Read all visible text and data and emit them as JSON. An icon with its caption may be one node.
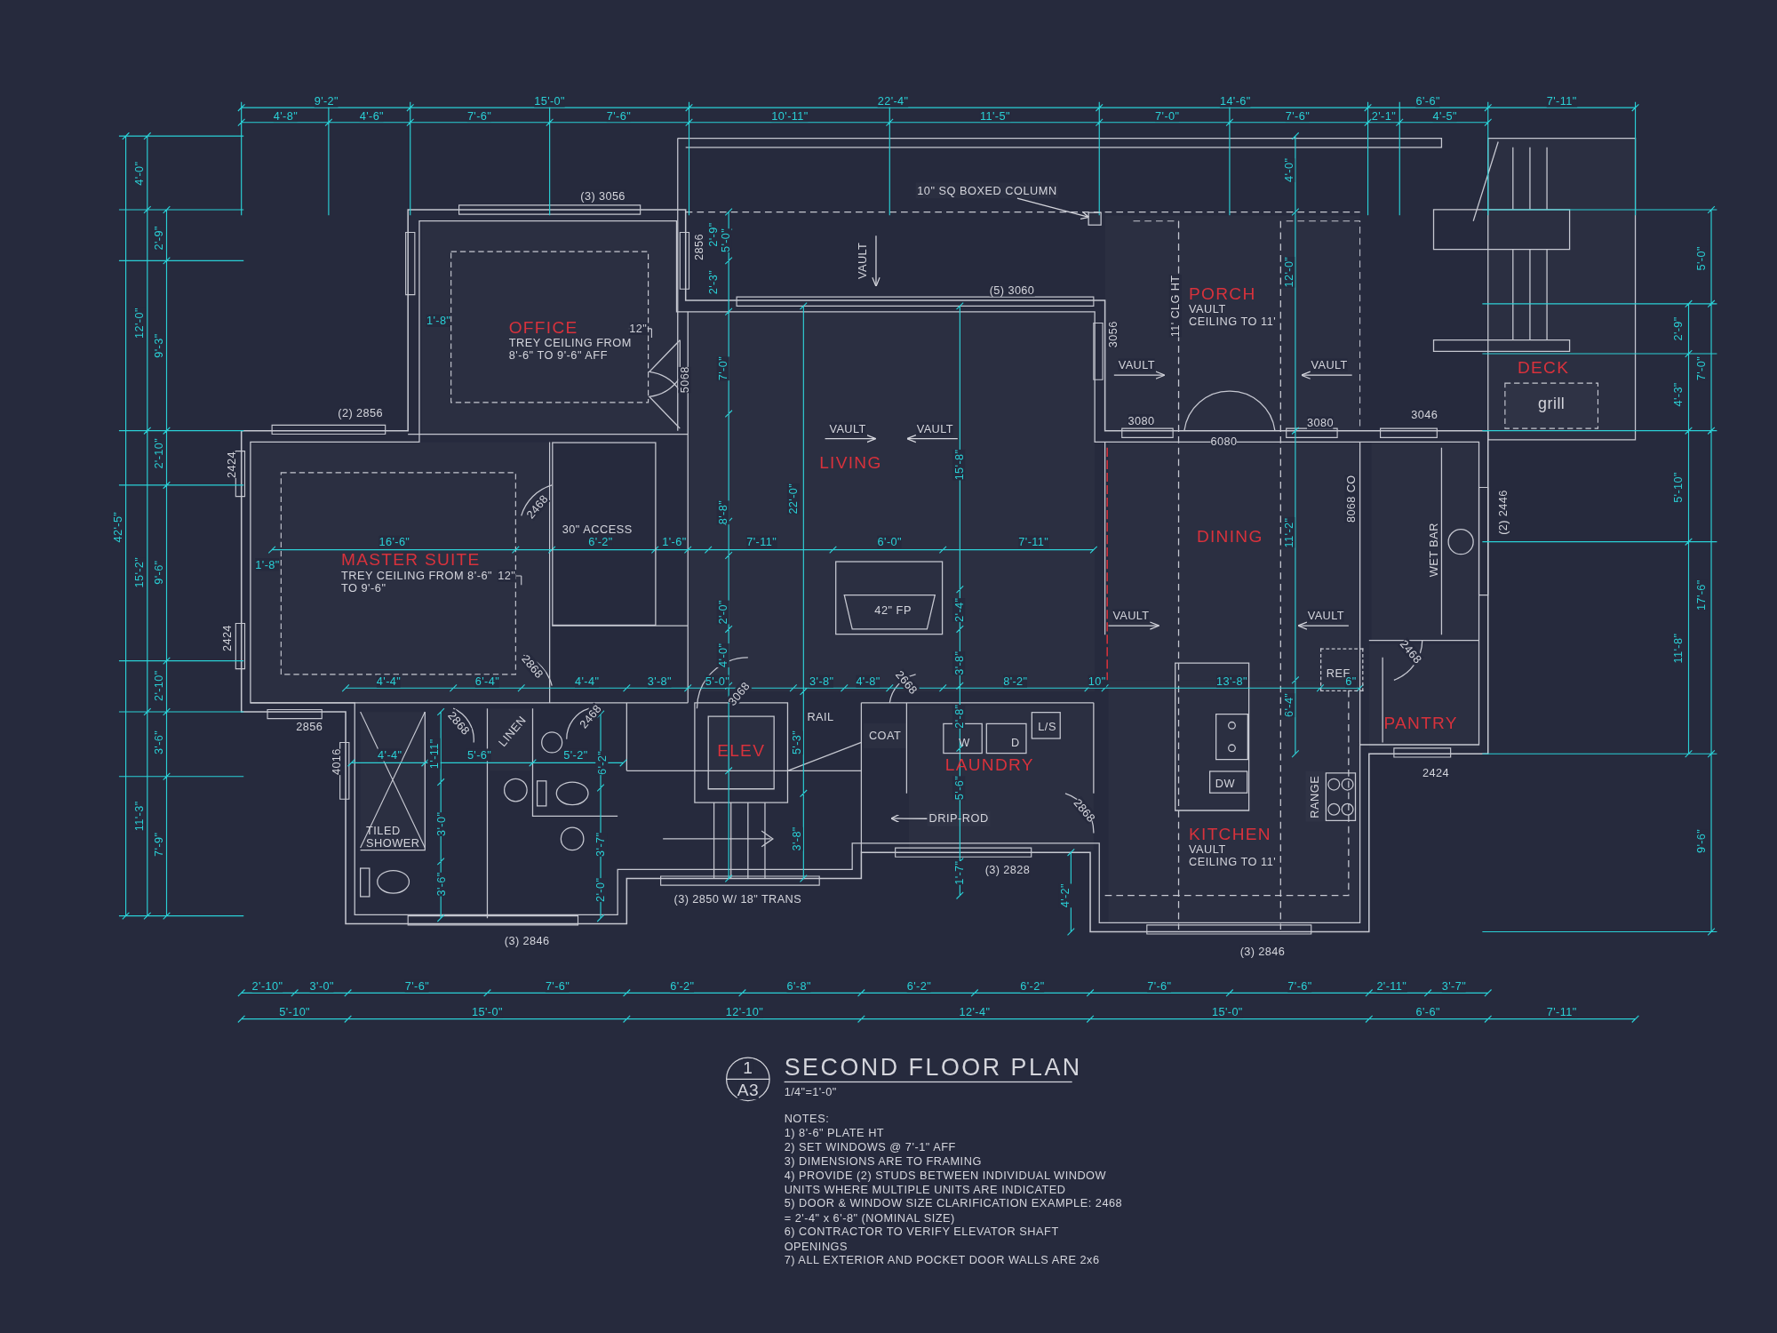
{
  "diagram": {
    "title": "SECOND FLOOR PLAN",
    "nodes": [
      {
        "text": [
          "OFFICE",
          "TREY CEILING FROM 8'-6\" TO 9'-6\" AFF"
        ]
      },
      {
        "text": [
          "PORCH",
          "VAULT CEILING TO 11'"
        ]
      },
      {
        "text": [
          "DECK"
        ]
      },
      {
        "text": [
          "grill"
        ],
        "in": 2
      },
      {
        "text": [
          "MASTER SUITE",
          "TREY CEILING FROM 8'-6\" TO 9'-6\""
        ]
      },
      {
        "text": [
          "LIVING"
        ]
      },
      {
        "text": [
          "DINING"
        ]
      },
      {
        "text": [
          "WET BAR"
        ]
      },
      {
        "text": [
          "PANTRY"
        ]
      },
      {
        "text": [
          "ELEV"
        ]
      },
      {
        "text": [
          "LAUNDRY"
        ]
      },
      {
        "text": [
          "COAT"
        ]
      },
      {
        "text": [
          "KITCHEN",
          "VAULT CEILING TO 11'"
        ]
      },
      {
        "text": [
          "TILED SHOWER"
        ]
      },
      {
        "text": [
          "LINEN"
        ]
      },
      {
        "text": [
          "W"
        ],
        "in": 10
      },
      {
        "text": [
          "D"
        ],
        "in": 10
      },
      {
        "text": [
          "L/S"
        ],
        "in": 10
      },
      {
        "text": [
          "REF"
        ]
      },
      {
        "text": [
          "DW"
        ],
        "in": 12
      },
      {
        "text": [
          "RANGE"
        ],
        "in": 12
      },
      {
        "text": [
          "42\" FP"
        ],
        "in": 5
      },
      {
        "text": [
          "30\" ACCESS"
        ]
      },
      {
        "text": [
          "10\" SQ BOXED COLUMN"
        ]
      },
      {
        "text": [],
        "shape": "box"
      },
      {
        "text": [
          "DRIP-ROD"
        ],
        "in": 10
      }
    ],
    "edges": [
      {
        "from": 23,
        "to": 24,
        "arrow": "to"
      },
      {
        "from": 25,
        "to": null,
        "arrow": "to"
      }
    ],
    "labels": [
      "9'-2\"",
      "15'-0\"",
      "22'-4\"",
      "14'-6\"",
      "6'-6\"",
      "7'-11\"",
      "4'-8\"",
      "4'-6\"",
      "7'-6\"",
      "7'-6\"",
      "10'-11\"",
      "11'-5\"",
      "7'-0\"",
      "7'-6\"",
      "2'-1\"",
      "4'-5\"",
      "4'-0\"",
      "2'-9\"",
      "12'-0\"",
      "9'-3\"",
      "2'-10\"",
      "42'-5\"",
      "15'-2\"",
      "9'-6\"",
      "2'-10\"",
      "3'-6\"",
      "11'-3\"",
      "7'-9\"",
      "5'-0\"",
      "2'-9\"",
      "7'-0\"",
      "4'-3\"",
      "5'-10\"",
      "17'-6\"",
      "11'-8\"",
      "9'-6\"",
      "(3) 3056",
      "4'-0\"",
      "2'-9\"",
      "2856",
      "5'-0\"",
      "2'-3\"",
      "VAULT",
      "(5) 3060",
      "11' CLG HT",
      "12'-0\"",
      "1'-8\"",
      "12\"",
      "3056",
      "VAULT",
      "VAULT",
      "7'-0\"",
      "5068",
      "(2) 2856",
      "3080",
      "3080",
      "3046",
      "VAULT",
      "VAULT",
      "6080",
      "2424",
      "15'-8\"",
      "22'-0\"",
      "8068 CO",
      "(2) 2446",
      "2468",
      "8'-8\"",
      "11'-2\"",
      "16'-6\"",
      "6'-2\"",
      "1'-6\"",
      "7'-11\"",
      "6'-0\"",
      "7'-11\"",
      "1'-8\"",
      "12\"",
      "2'-0\"",
      "2'-4\"",
      "VAULT",
      "VAULT",
      "2424",
      "2868",
      "4'-0\"",
      "3'-8\"",
      "2468",
      "4'-4\"",
      "6'-4\"",
      "4'-4\"",
      "3'-8\"",
      "5'-0\"",
      "3068",
      "3'-8\"",
      "4'-8\"",
      "2668",
      "8'-2\"",
      "10\"",
      "13'-8\"",
      "6\"",
      "6'-4\"",
      "RAIL",
      "2868",
      "2468",
      "2'-8\"",
      "2856",
      "1'-11\"",
      "6'-2\"",
      "5'-3\"",
      "4016",
      "4'-4\"",
      "5'-6\"",
      "5'-2\"",
      "2424",
      "5'-6\"",
      "2868",
      "3'-0\"",
      "3'-7\"",
      "3'-8\"",
      "(3) 2828",
      "1'-7\"",
      "3'-6\"",
      "2'-0\"",
      "4'-2\"",
      "(3) 2850 W/ 18\" TRANS",
      "(3) 2846",
      "(3) 2846",
      "2'-10\"",
      "3'-0\"",
      "7'-6\"",
      "7'-6\"",
      "6'-2\"",
      "6'-8\"",
      "6'-2\"",
      "6'-2\"",
      "7'-6\"",
      "7'-6\"",
      "2'-11\"",
      "3'-7\"",
      "5'-10\"",
      "15'-0\"",
      "12'-10\"",
      "12'-4\"",
      "15'-0\"",
      "6'-6\"",
      "7'-11\"",
      "1",
      "A3",
      "1/4\"=1'-0\"",
      "NOTES:",
      "1) 8'-6\" PLATE HT",
      "2) SET WINDOWS @ 7'-1\" AFF",
      "3) DIMENSIONS ARE TO FRAMING",
      "4) PROVIDE (2) STUDS BETWEEN INDIVIDUAL WINDOW UNITS WHERE MULTIPLE UNITS ARE INDICATED",
      "5) DOOR & WINDOW SIZE CLARIFICATION EXAMPLE: 2468 = 2'-4\" x 6'-8\" (NOMINAL SIZE)",
      "6) CONTRACTOR TO VERIFY ELEVATOR SHAFT OPENINGS",
      "7) ALL EXTERIOR AND POCKET DOOR WALLS ARE 2x6"
    ]
  }
}
